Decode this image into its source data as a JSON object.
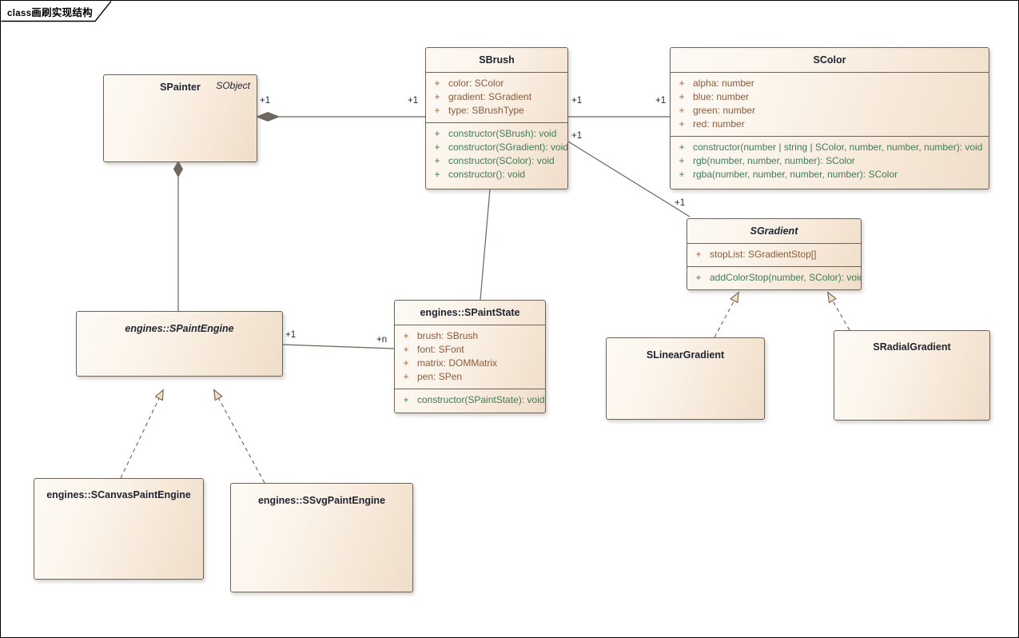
{
  "frame": {
    "keyword": "class",
    "name": "画刷实现结构"
  },
  "palette": {
    "box_border": "#6d6257",
    "box_fill_light": "#fdf9f4",
    "box_fill_dark": "#eeddc9",
    "attribute_text": "#8a5a3b",
    "method_text": "#3f7a5a",
    "title_text": "#1f2430",
    "connector": "#6d6257",
    "arrow_fill": "#f2dfbe",
    "canvas": "#ffffff"
  },
  "classes": [
    {
      "id": "spainter",
      "name": "SPainter",
      "stereotype": "SObject",
      "abstract": false,
      "attributes": [],
      "methods": []
    },
    {
      "id": "sbrush",
      "name": "SBrush",
      "stereotype": "",
      "abstract": false,
      "attributes": [
        {
          "visibility": "+",
          "text": "color: SColor"
        },
        {
          "visibility": "+",
          "text": "gradient: SGradient"
        },
        {
          "visibility": "+",
          "text": "type: SBrushType"
        }
      ],
      "methods": [
        {
          "visibility": "+",
          "text": "constructor(SBrush): void"
        },
        {
          "visibility": "+",
          "text": "constructor(SGradient): void"
        },
        {
          "visibility": "+",
          "text": "constructor(SColor): void"
        },
        {
          "visibility": "+",
          "text": "constructor(): void"
        }
      ]
    },
    {
      "id": "scolor",
      "name": "SColor",
      "stereotype": "",
      "abstract": false,
      "attributes": [
        {
          "visibility": "+",
          "text": "alpha: number"
        },
        {
          "visibility": "+",
          "text": "blue: number"
        },
        {
          "visibility": "+",
          "text": "green: number"
        },
        {
          "visibility": "+",
          "text": "red: number"
        }
      ],
      "methods": [
        {
          "visibility": "+",
          "text": "constructor(number | string | SColor, number, number, number): void"
        },
        {
          "visibility": "+",
          "text": "rgb(number, number, number): SColor"
        },
        {
          "visibility": "+",
          "text": "rgba(number, number, number, number): SColor"
        }
      ]
    },
    {
      "id": "sgradient",
      "name": "SGradient",
      "stereotype": "",
      "abstract": true,
      "attributes": [
        {
          "visibility": "+",
          "text": "stopList: SGradientStop[]"
        }
      ],
      "methods": [
        {
          "visibility": "+",
          "text": "addColorStop(number, SColor): void"
        }
      ]
    },
    {
      "id": "spaintengine",
      "name": "engines::SPaintEngine",
      "stereotype": "",
      "abstract": true,
      "attributes": [],
      "methods": []
    },
    {
      "id": "spaintstate",
      "name": "engines::SPaintState",
      "stereotype": "",
      "abstract": false,
      "attributes": [
        {
          "visibility": "+",
          "text": "brush: SBrush"
        },
        {
          "visibility": "+",
          "text": "font: SFont"
        },
        {
          "visibility": "+",
          "text": "matrix: DOMMatrix"
        },
        {
          "visibility": "+",
          "text": "pen: SPen"
        }
      ],
      "methods": [
        {
          "visibility": "+",
          "text": "constructor(SPaintState): void"
        }
      ]
    },
    {
      "id": "slineargradient",
      "name": "SLinearGradient",
      "stereotype": "",
      "abstract": false,
      "attributes": [],
      "methods": []
    },
    {
      "id": "sradialgradient",
      "name": "SRadialGradient",
      "stereotype": "",
      "abstract": false,
      "attributes": [],
      "methods": []
    },
    {
      "id": "scanvaspaintengine",
      "name": "engines::SCanvasPaintEngine",
      "stereotype": "",
      "abstract": false,
      "attributes": [],
      "methods": []
    },
    {
      "id": "ssvgpaintengine",
      "name": "engines::SSvgPaintEngine",
      "stereotype": "",
      "abstract": false,
      "attributes": [],
      "methods": []
    }
  ],
  "multiplicities": [
    {
      "id": "m1",
      "label": "+1",
      "note": "SPainter right / composition end"
    },
    {
      "id": "m2",
      "label": "+1",
      "note": "SBrush left end"
    },
    {
      "id": "m3",
      "label": "+1",
      "note": "SBrush right end toward SColor"
    },
    {
      "id": "m4",
      "label": "+1",
      "note": "SColor left end"
    },
    {
      "id": "m5",
      "label": "+1",
      "note": "SBrush right lower end toward SGradient"
    },
    {
      "id": "m6",
      "label": "+1",
      "note": "SGradient upper-left end"
    },
    {
      "id": "m7",
      "label": "+1",
      "note": "SPaintEngine right end"
    },
    {
      "id": "m8",
      "label": "+n",
      "note": "SPaintState left end"
    }
  ],
  "relationships": [
    {
      "type": "composition",
      "from": "SPainter",
      "to": "SBrush",
      "from_mult": "+1",
      "to_mult": "+1"
    },
    {
      "type": "association",
      "from": "SBrush",
      "to": "SColor",
      "from_mult": "+1",
      "to_mult": "+1"
    },
    {
      "type": "association",
      "from": "SBrush",
      "to": "SGradient",
      "from_mult": "+1",
      "to_mult": "+1"
    },
    {
      "type": "association",
      "from": "SBrush",
      "to": "engines::SPaintState",
      "from_mult": "",
      "to_mult": ""
    },
    {
      "type": "composition",
      "from": "SPainter",
      "to": "engines::SPaintEngine",
      "from_mult": "",
      "to_mult": ""
    },
    {
      "type": "association",
      "from": "engines::SPaintEngine",
      "to": "engines::SPaintState",
      "from_mult": "+1",
      "to_mult": "+n"
    },
    {
      "type": "realization",
      "from": "engines::SCanvasPaintEngine",
      "to": "engines::SPaintEngine"
    },
    {
      "type": "realization",
      "from": "engines::SSvgPaintEngine",
      "to": "engines::SPaintEngine"
    },
    {
      "type": "realization",
      "from": "SLinearGradient",
      "to": "SGradient"
    },
    {
      "type": "realization",
      "from": "SRadialGradient",
      "to": "SGradient"
    }
  ]
}
